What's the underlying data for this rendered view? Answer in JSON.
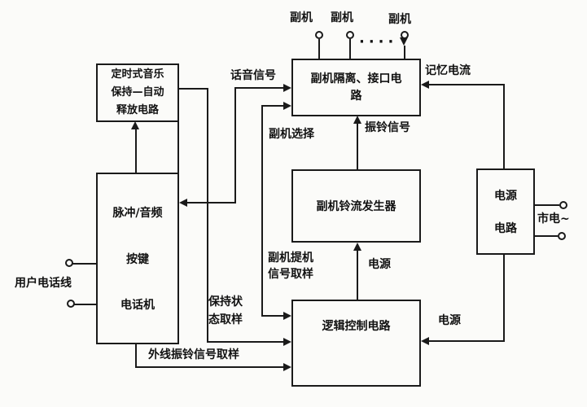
{
  "diagram": {
    "blocks": {
      "music": {
        "lines": [
          "定时式音乐",
          "保持—自动",
          "释放电路"
        ]
      },
      "phone": {
        "lines": [
          "脉冲/音频",
          "按键",
          "电话机"
        ]
      },
      "interface": {
        "lines": [
          "副机隔离、接口电",
          "路"
        ]
      },
      "ringer": {
        "label": "副机铃流发生器"
      },
      "logic": {
        "label": "逻辑控制电路"
      },
      "power": {
        "lines": [
          "电源",
          "电路"
        ]
      }
    },
    "wire_labels": {
      "voice": "话音信号",
      "memory_current": "记忆电流",
      "ext_select": "副机选择",
      "ring_signal": "振铃信号",
      "offhook_sampling": [
        "副机提机",
        "信号取样"
      ],
      "power_to_ringer": "电源",
      "power_to_logic": "电源",
      "hold_sampling": [
        "保持状",
        "态取样"
      ],
      "ext_ring_sampling": "外线振铃信号取样",
      "subscriber_line": "用户电话线",
      "mains": "市电~"
    },
    "extensions": {
      "ext1": "副机",
      "ext2": "副机",
      "ext3": "副机",
      "dots": "····"
    },
    "colors": {
      "ink": "#1a1a1a",
      "paper": "#fbfbf9"
    }
  }
}
